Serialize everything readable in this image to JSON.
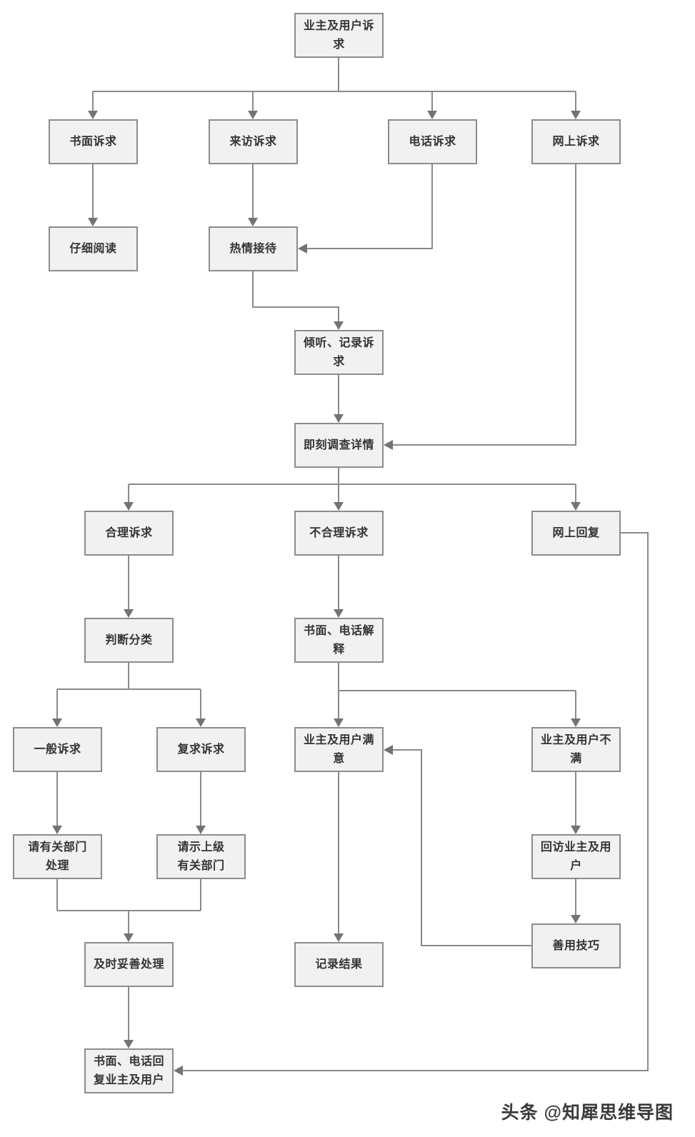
{
  "diagram": {
    "nodes": {
      "appeal": {
        "label": "业主及用户诉\n求"
      },
      "written_appeal": {
        "label": "书面诉求"
      },
      "visit_appeal": {
        "label": "来访诉求"
      },
      "phone_appeal": {
        "label": "电话诉求"
      },
      "online_appeal": {
        "label": "网上诉求"
      },
      "read_carefully": {
        "label": "仔细阅读"
      },
      "warm_reception": {
        "label": "热情接待"
      },
      "listen_record": {
        "label": "倾听、记录诉\n求"
      },
      "investigate": {
        "label": "即刻调查详情"
      },
      "reasonable": {
        "label": "合理诉求"
      },
      "unreasonable": {
        "label": "不合理诉求"
      },
      "online_reply": {
        "label": "网上回复"
      },
      "classify": {
        "label": "判断分类"
      },
      "explain": {
        "label": "书面、电话解\n释"
      },
      "general": {
        "label": "一般诉求"
      },
      "repeat": {
        "label": "复求诉求"
      },
      "satisfied": {
        "label": "业主及用户满\n意"
      },
      "unsatisfied": {
        "label": "业主及用户不\n满"
      },
      "ask_dept": {
        "label": "请有关部门\n处理"
      },
      "ask_superior": {
        "label": "请示上级\n有关部门"
      },
      "revisit": {
        "label": "回访业主及用\n户"
      },
      "handle": {
        "label": "及时妥善处理"
      },
      "record": {
        "label": "记录结果"
      },
      "skills": {
        "label": "善用技巧"
      },
      "reply": {
        "label": "书面、电话回\n复业主及用户"
      }
    },
    "watermark": "头条 @知犀思维导图",
    "colors": {
      "node_fill": "#f1f1f1",
      "node_border": "#8c8c8c",
      "connector": "#8a8a8a",
      "arrowhead": "#737373",
      "text": "#333333",
      "background": "#ffffff"
    }
  }
}
